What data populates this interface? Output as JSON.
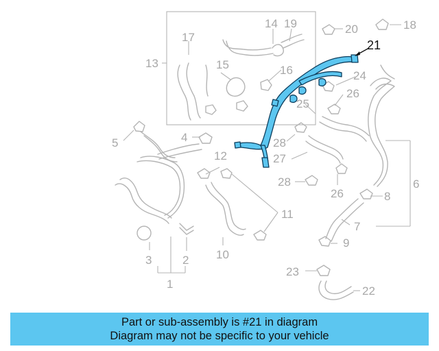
{
  "diagram": {
    "callouts": [
      "1",
      "2",
      "3",
      "4",
      "5",
      "6",
      "7",
      "8",
      "9",
      "10",
      "11",
      "12",
      "13",
      "14",
      "15",
      "16",
      "17",
      "18",
      "19",
      "20",
      "21",
      "22",
      "23",
      "24",
      "25",
      "26",
      "27",
      "28",
      "28",
      "26"
    ],
    "highlighted_part": "21",
    "colors": {
      "highlight": "#5cc6f0",
      "outline": "#0d3d5c",
      "parts": "#b4b4b4",
      "banner": "#5cc6f0"
    }
  },
  "banner": {
    "line1": "Part or sub-assembly is #21 in diagram",
    "line2": "Diagram may not be specific to your vehicle"
  }
}
